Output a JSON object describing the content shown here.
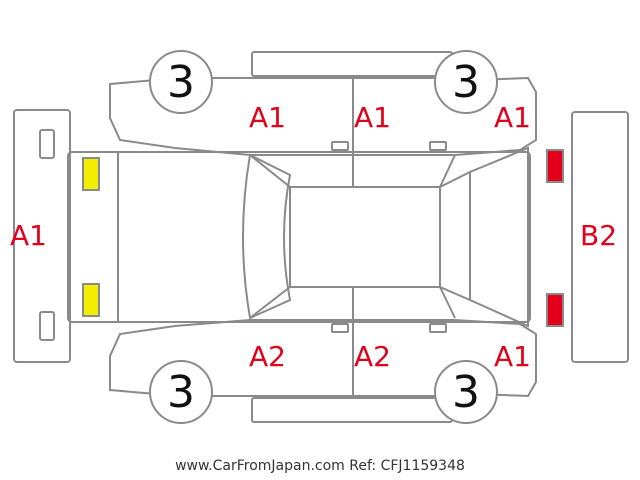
{
  "colors": {
    "outline": "#8a8a8a",
    "code_text": "#e2001a",
    "yellow_lamp": "#f3ee00",
    "red_lamp": "#e2001a"
  },
  "tires": {
    "front_left": "3",
    "rear_left": "3",
    "front_right": "3",
    "rear_right": "3"
  },
  "damage_codes": {
    "front_bumper": "A1",
    "rear_bumper": "B2",
    "upper_front_fender": "A1",
    "upper_front_door": "A1",
    "upper_rear_quarter": "A1",
    "lower_front_door": "A2",
    "lower_rear_door": "A2",
    "lower_rear_quarter": "A1"
  },
  "footer": {
    "text": "www.CarFromJapan.com Ref: CFJ1159348"
  }
}
